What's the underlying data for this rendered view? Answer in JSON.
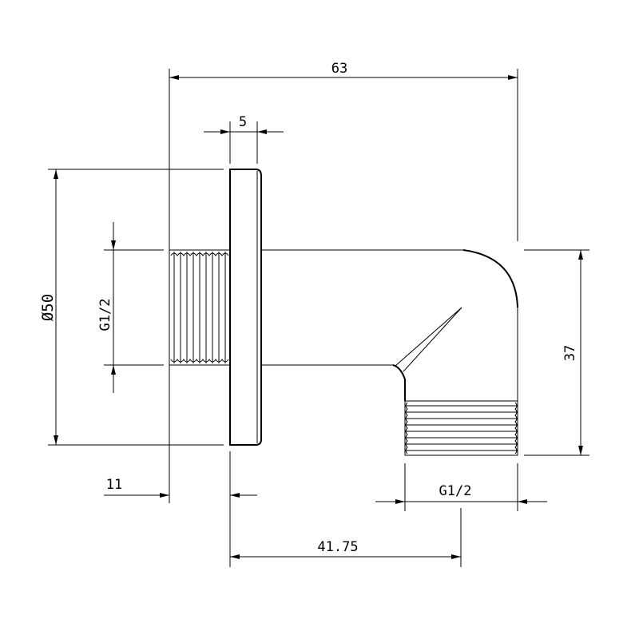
{
  "drawing": {
    "title": "Wall elbow connector dimensions",
    "dimensions": {
      "overall_length": "63",
      "flange_thickness": "5",
      "flange_diameter": "Ø50",
      "flange_diameter_value": "50",
      "diameter_symbol": "Ø",
      "left_thread": "G1/2",
      "height": "37",
      "thread_length": "11",
      "bottom_thread": "G1/2",
      "outlet_offset": "41.75"
    },
    "colors": {
      "line": "#000000",
      "background": "#ffffff"
    }
  }
}
